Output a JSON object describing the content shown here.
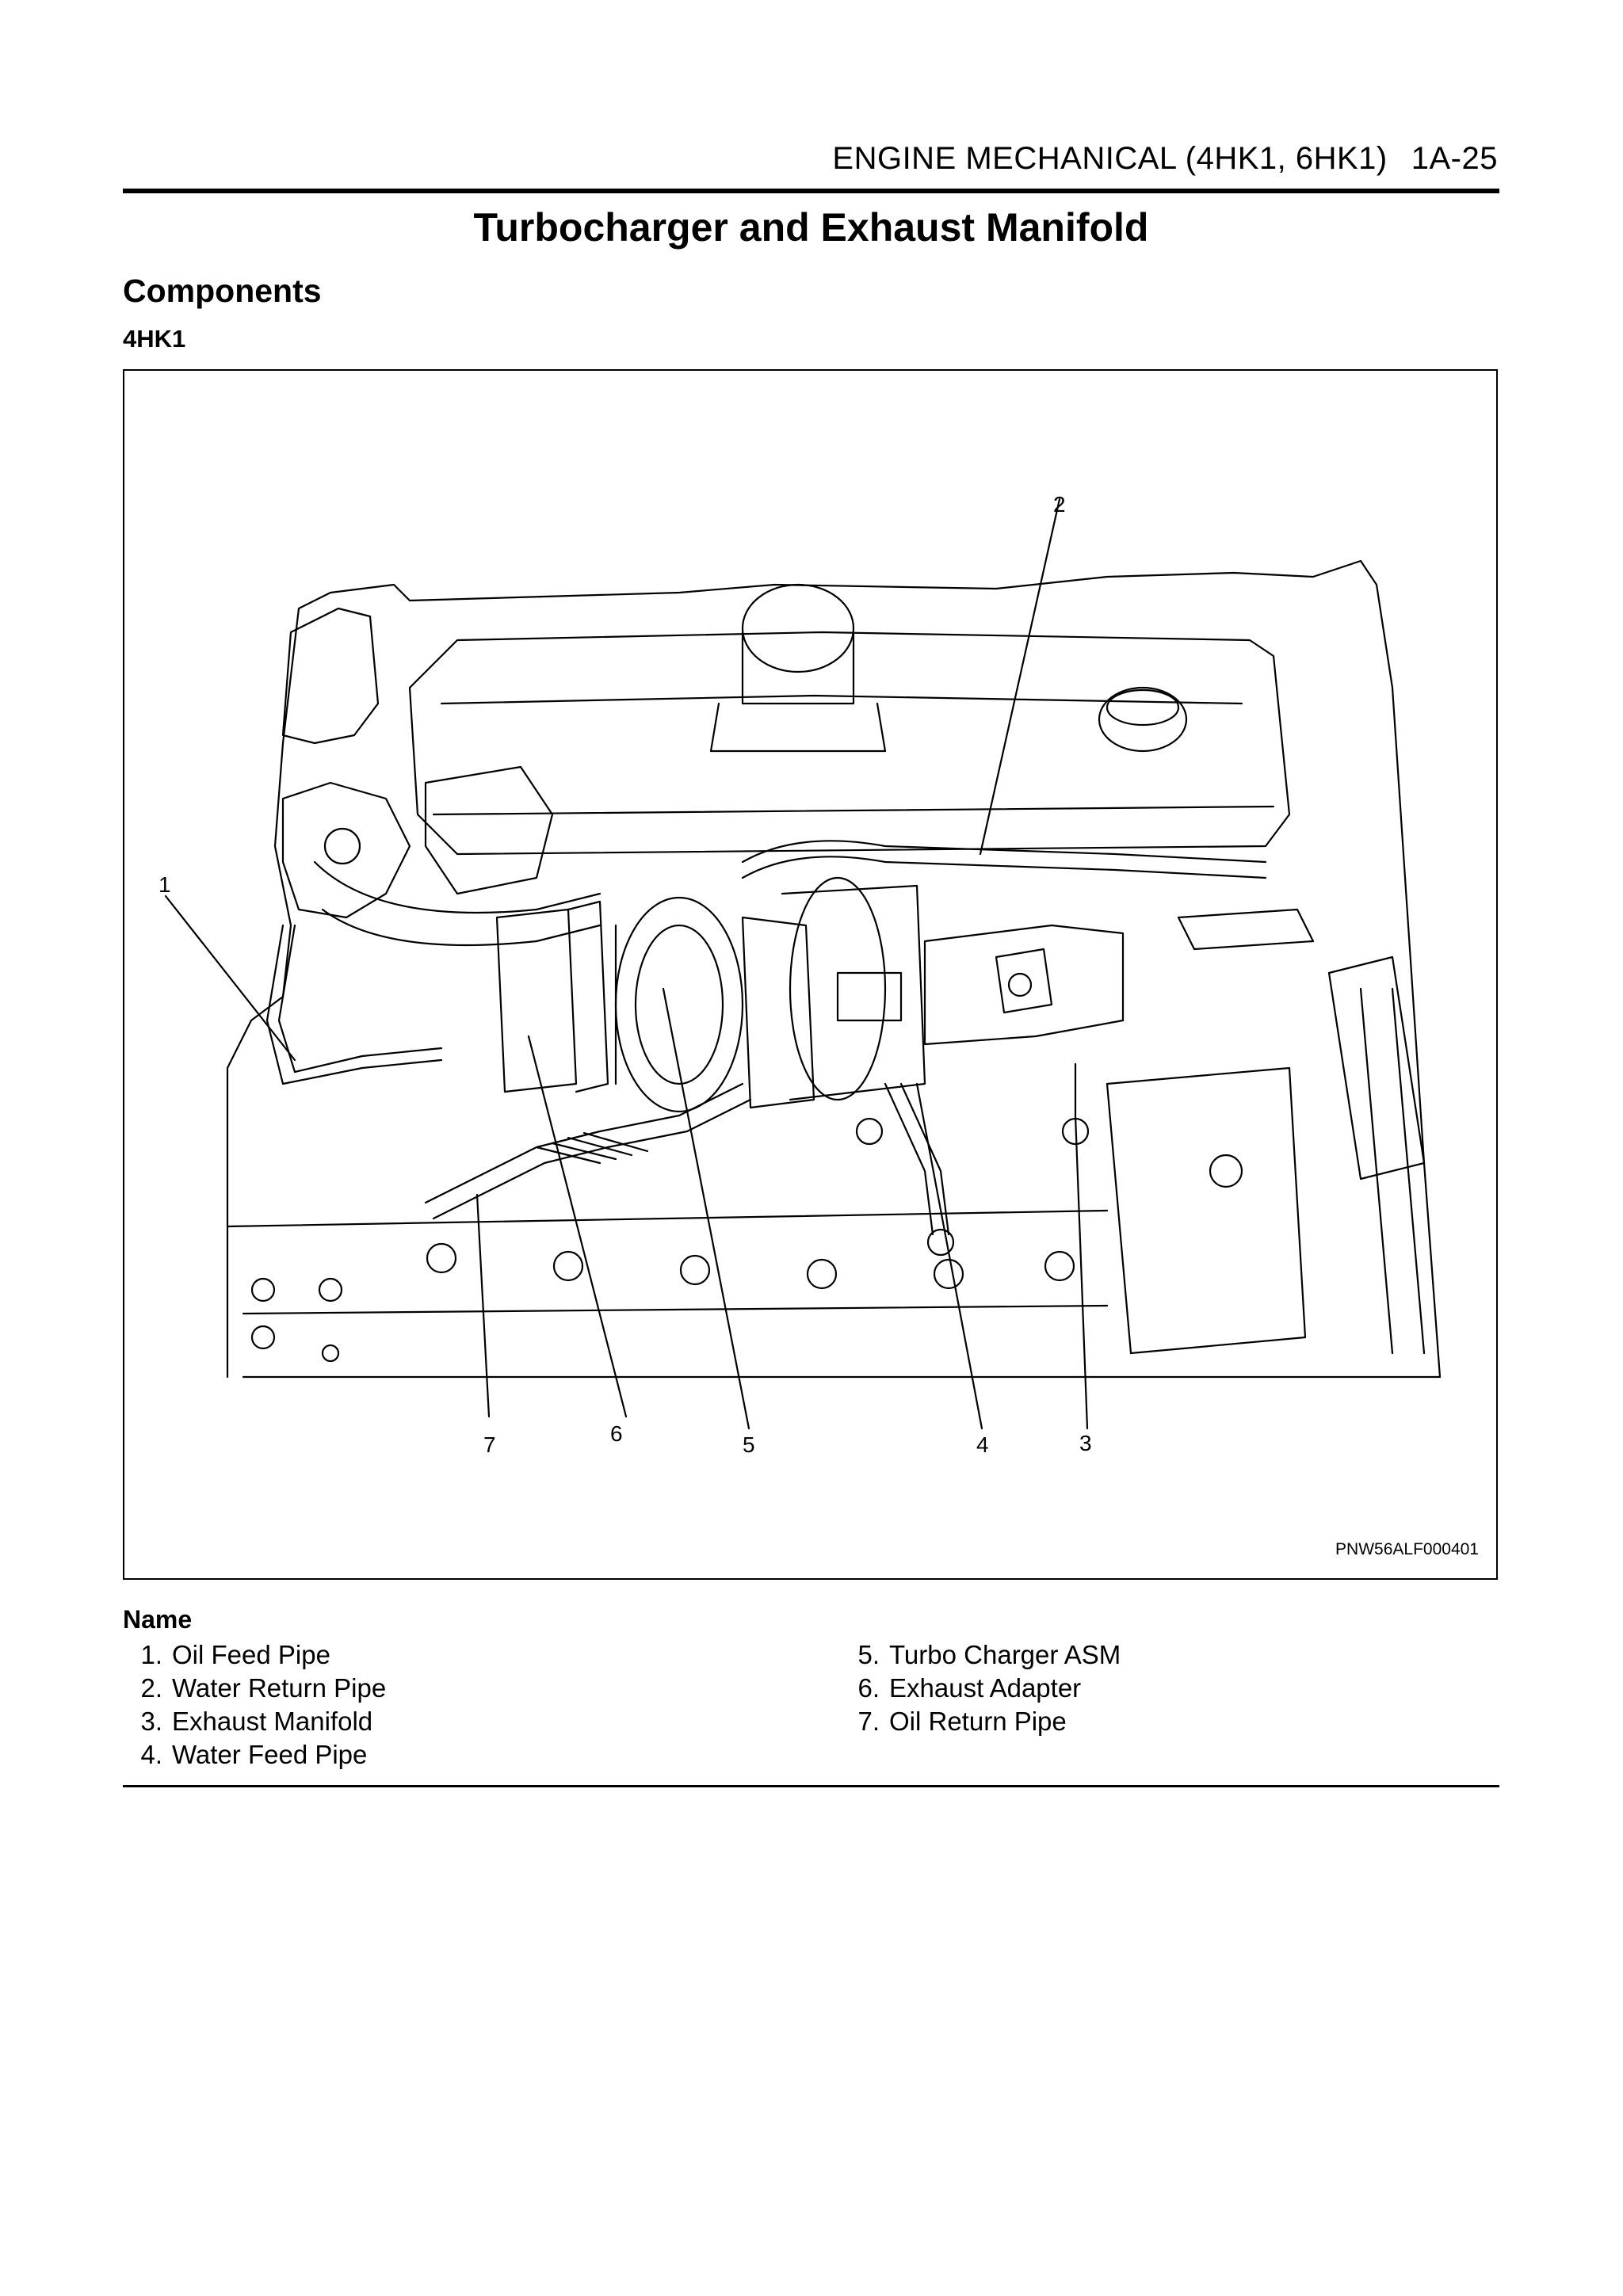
{
  "header": {
    "section": "ENGINE MECHANICAL (4HK1, 6HK1)",
    "page_number": "1A-25"
  },
  "title": "Turbocharger and Exhaust Manifold",
  "section_title": "Components",
  "model_label": "4HK1",
  "figure": {
    "code": "PNW56ALF000401",
    "callouts": [
      "1",
      "2",
      "3",
      "4",
      "5",
      "6",
      "7"
    ]
  },
  "parts": {
    "heading": "Name",
    "left": [
      {
        "num": "1.",
        "name": "Oil Feed Pipe"
      },
      {
        "num": "2.",
        "name": "Water Return Pipe"
      },
      {
        "num": "3.",
        "name": "Exhaust Manifold"
      },
      {
        "num": "4.",
        "name": "Water Feed Pipe"
      }
    ],
    "right": [
      {
        "num": "5.",
        "name": "Turbo Charger ASM"
      },
      {
        "num": "6.",
        "name": "Exhaust Adapter"
      },
      {
        "num": "7.",
        "name": "Oil Return Pipe"
      }
    ]
  }
}
